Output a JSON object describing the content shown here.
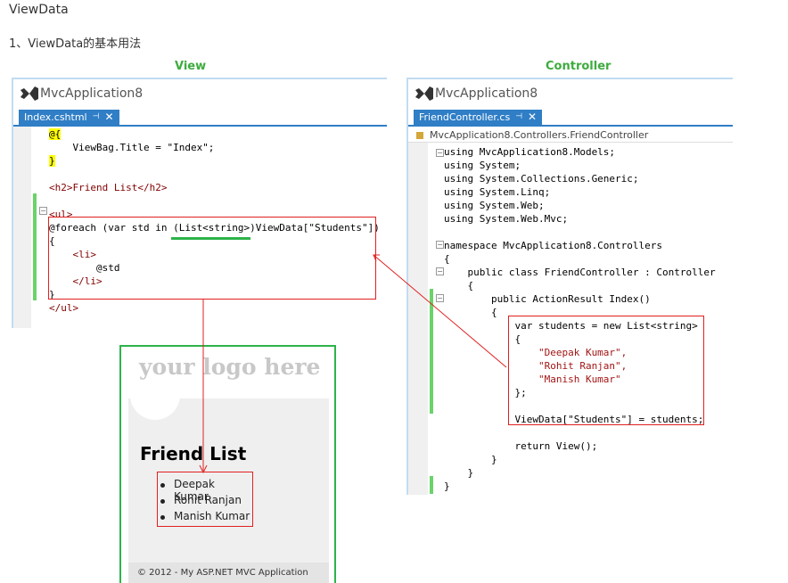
{
  "doc": {
    "title": "ViewData",
    "subtitle": "1、ViewData的基本用法",
    "view_label": "View",
    "controller_label": "Controller"
  },
  "view_window": {
    "title": "MvcApplication8",
    "tab": "Index.cshtml",
    "tab_pin": "⊣",
    "tab_close": "✕",
    "lines": [
      "@{",
      "    ViewBag.Title = \"Index\";",
      "}",
      "",
      "<h2>Friend List</h2>",
      "",
      "<ul>",
      "@foreach (var std in (List<string>)ViewData[\"Students\"])",
      "{",
      "    <li>",
      "        @std",
      "    </li>",
      "}",
      "</ul>"
    ]
  },
  "controller_window": {
    "title": "MvcApplication8",
    "tab": "FriendController.cs",
    "tab_pin": "⊣",
    "tab_close": "✕",
    "breadcrumb": "MvcApplication8.Controllers.FriendController",
    "lines": [
      "using MvcApplication8.Models;",
      "using System;",
      "using System.Collections.Generic;",
      "using System.Linq;",
      "using System.Web;",
      "using System.Web.Mvc;",
      "",
      "namespace MvcApplication8.Controllers",
      "{",
      "    public class FriendController : Controller",
      "    {",
      "        public ActionResult Index()",
      "        {",
      "            var students = new List<string>",
      "            {",
      "                \"Deepak Kumar\",",
      "                \"Rohit Ranjan\",",
      "                \"Manish Kumar\"",
      "            };",
      "",
      "            ViewData[\"Students\"] = students;",
      "",
      "            return View();",
      "        }",
      "    }",
      "}"
    ]
  },
  "browser": {
    "logo": "your logo here",
    "heading": "Friend List",
    "items": [
      "Deepak Kumar",
      "Rohit Ranjan",
      "Manish Kumar"
    ],
    "footer": "© 2012 - My ASP.NET MVC Application"
  }
}
